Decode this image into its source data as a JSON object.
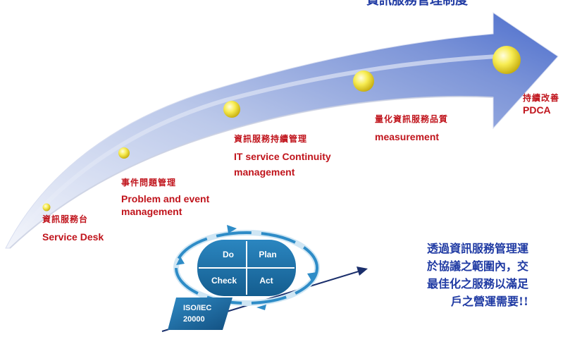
{
  "title": "資訊服務管理制度",
  "milestones": [
    {
      "zh": "資訊服務台",
      "en": "Service Desk"
    },
    {
      "zh": "事件問題管理",
      "en": "Problem and event management"
    },
    {
      "zh": "資訊服務持續管理",
      "en": "IT service Continuity management"
    },
    {
      "zh": "量化資訊服務品質",
      "en": "measurement"
    },
    {
      "zh": "持續改善",
      "en": "PDCA"
    }
  ],
  "pdca": {
    "do": "Do",
    "plan": "Plan",
    "check": "Check",
    "act": "Act",
    "badge_line1": "ISO/IEC",
    "badge_line2": "20000"
  },
  "summary": {
    "line1": "透過資訊服務管理運",
    "line2": "於協議之範圍內，交",
    "line3": "最佳化之服務以滿足",
    "line4": "戶之營運需要!!"
  },
  "colors": {
    "title": "#1f3aa3",
    "milestone_text": "#c0141c",
    "summary_text": "#1f3aa3",
    "arrow": "#3b63c9",
    "node": "#f2e23a",
    "pdca_panel": "#1f6ea6"
  }
}
